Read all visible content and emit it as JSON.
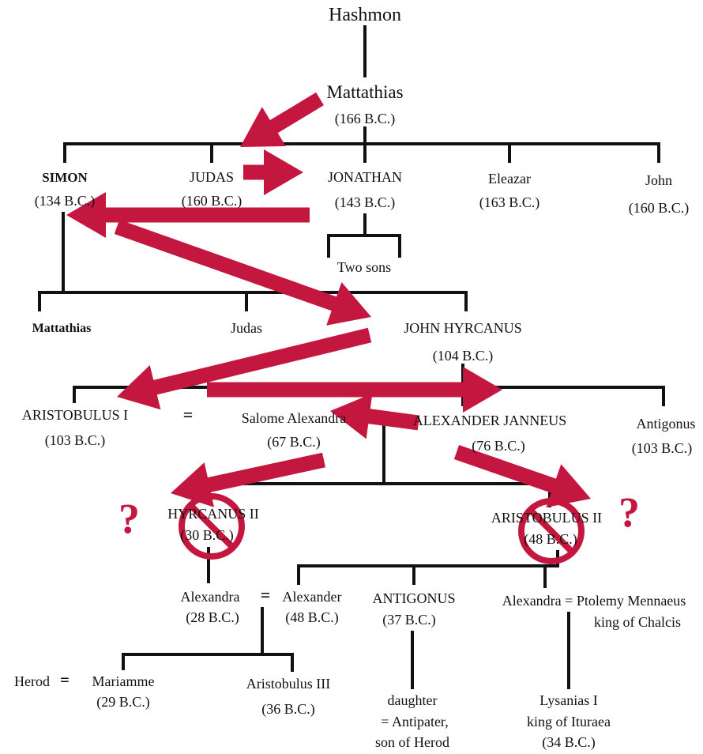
{
  "colors": {
    "arrow": "#c4173f",
    "line": "#111111"
  },
  "root": {
    "name": "Hashmon"
  },
  "mattathias": {
    "name": "Mattathias",
    "date": "(166 B.C.)"
  },
  "gen2": {
    "simon": {
      "name": "SIMON",
      "date": "(134 B.C.)"
    },
    "judas": {
      "name": "JUDAS",
      "date": "(160 B.C.)"
    },
    "jonathan": {
      "name": "JONATHAN",
      "date": "(143 B.C.)"
    },
    "eleazar": {
      "name": "Eleazar",
      "date": "(163 B.C.)"
    },
    "john": {
      "name": "John",
      "date": "(160 B.C.)"
    }
  },
  "jonathan_children": "Two sons",
  "gen3": {
    "mattathias": "Mattathias",
    "judas": "Judas",
    "john_hyrcanus": {
      "name": "JOHN HYRCANUS",
      "date": "(104 B.C.)"
    }
  },
  "gen4": {
    "aristobulus1": {
      "name": "ARISTOBULUS I",
      "date": "(103 B.C.)"
    },
    "equals": "=",
    "salome": {
      "name": "Salome Alexandra",
      "date": "(67 B.C.)"
    },
    "janneus": {
      "name": "ALEXANDER JANNEUS",
      "date": "(76 B.C.)"
    },
    "antigonus": {
      "name": "Antigonus",
      "date": "(103 B.C.)"
    }
  },
  "gen5": {
    "hyrcanus2": {
      "name": "HYRCANUS II",
      "date": "(30 B.C.)"
    },
    "aristobulus2": {
      "name": "ARISTOBULUS II",
      "date": "(48 B.C.)"
    },
    "question_mark": "?"
  },
  "gen6": {
    "alexandra": {
      "name": "Alexandra",
      "date": "(28 B.C.)"
    },
    "eq1": "=",
    "alexander": {
      "name": "Alexander",
      "date": "(48 B.C.)"
    },
    "antigonus": {
      "name": "ANTIGONUS",
      "date": "(37 B.C.)"
    },
    "alexandra2": {
      "name": "Alexandra = Ptolemy Mennaeus",
      "title": "king of Chalcis"
    }
  },
  "gen7": {
    "herod": "Herod",
    "eq": "=",
    "mariamme": {
      "name": "Mariamme",
      "date": "(29 B.C.)"
    },
    "aristobulus3": {
      "name": "Aristobulus III",
      "date": "(36 B.C.)"
    },
    "daughter": {
      "line1": "daughter",
      "line2": "= Antipater,",
      "line3": "son of Herod"
    },
    "lysanias": {
      "line1": "Lysanias I",
      "line2": "king of Ituraea",
      "line3": "(34 B.C.)"
    }
  }
}
